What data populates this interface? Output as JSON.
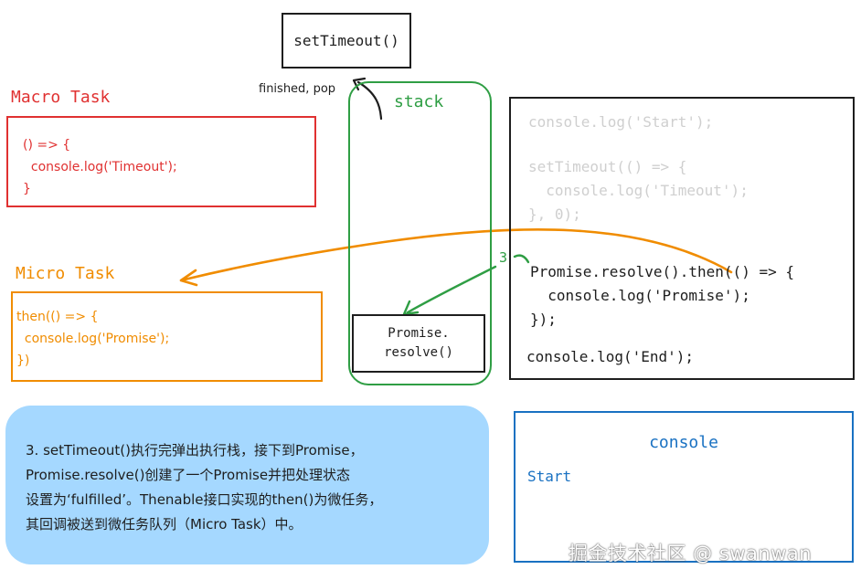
{
  "settimeout_box": {
    "label": "setTimeout()"
  },
  "finished_label": "finished, pop",
  "macro_task": {
    "title": "Macro Task",
    "code": "() => {\n  console.log('Timeout');\n}"
  },
  "micro_task": {
    "title": "Micro Task",
    "code": "then(() => {\n  console.log('Promise');\n})"
  },
  "stack": {
    "title": "stack",
    "item": "Promise.\nresolve()"
  },
  "code": {
    "line1": "console.log('Start');",
    "block2": "setTimeout(() => {\n  console.log('Timeout');\n}, 0);",
    "block3": "Promise.resolve().then(() => {\n  console.log('Promise');\n});",
    "line4": "console.log('End');"
  },
  "step_number": "3",
  "note": {
    "lines": [
      "3. setTimeout()执行完弹出执行栈，接下到Promise，",
      "Promise.resolve()创建了一个Promise并把处理状态",
      "设置为‘fulfilled’。Thenable接口实现的then()为微任务，",
      "其回调被送到微任务队列（Micro Task）中。"
    ]
  },
  "console": {
    "title": "console",
    "output": "Start"
  },
  "watermark": "掘金技术社区 @ swanwan",
  "colors": {
    "macro": "#e03131",
    "micro": "#f08c00",
    "stack": "#2f9e44",
    "console": "#1971c2",
    "note_bg": "#a5d8ff",
    "faded_code": "#cfcfcf"
  }
}
